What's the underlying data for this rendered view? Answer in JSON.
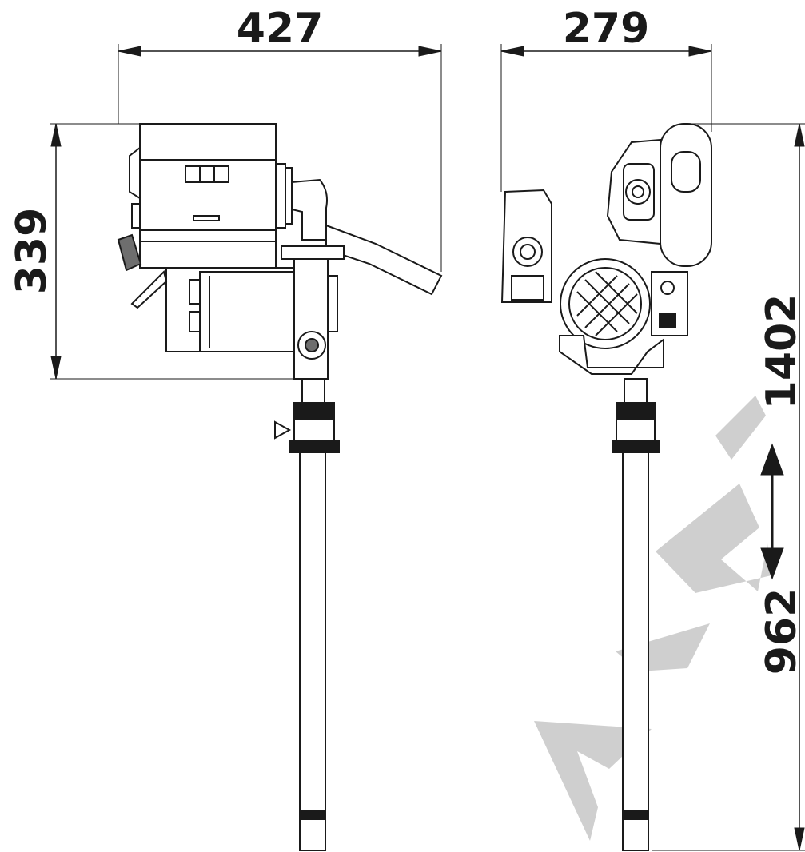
{
  "drawing": {
    "dimensions": {
      "front_width": "427",
      "front_height": "339",
      "side_width": "279",
      "total_height": "1402",
      "tube_length": "962"
    },
    "colors": {
      "line": "#1a1a1a",
      "watermark": "#cfcfcf",
      "background": "#ffffff"
    }
  }
}
